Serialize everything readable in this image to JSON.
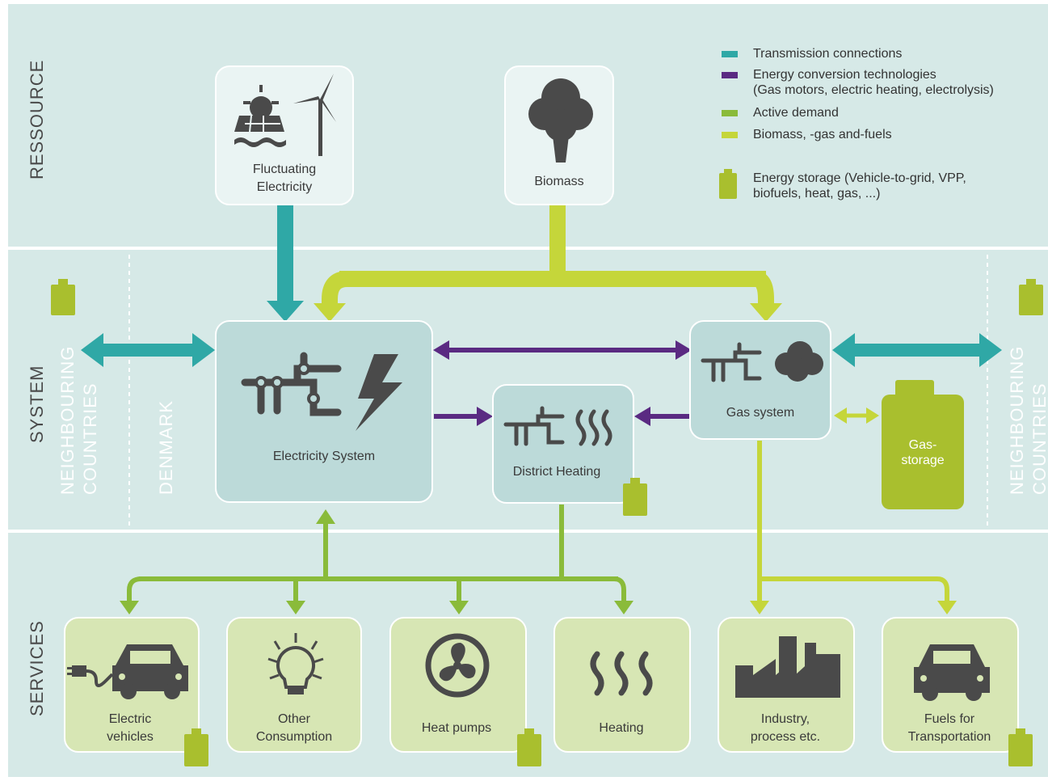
{
  "sections": {
    "resource": "RESSOURCE",
    "system": "SYSTEM",
    "services": "SERVICES",
    "neighbouring_left": "NEIGHBOURING COUNTRIES",
    "denmark": "DENMARK",
    "neighbouring_right": "NEIGHBOURING COUNTRIES"
  },
  "nodes": {
    "fluctuating_electricity": [
      "Fluctuating",
      "Electricity"
    ],
    "biomass": "Biomass",
    "electricity_system": "Electricity System",
    "district_heating": "District Heating",
    "gas_system": "Gas system",
    "gas_storage": [
      "Gas-",
      "storage"
    ],
    "electric_vehicles": [
      "Electric",
      "vehicles"
    ],
    "other_consumption": [
      "Other",
      "Consumption"
    ],
    "heat_pumps": "Heat pumps",
    "heating": "Heating",
    "industry": [
      "Industry,",
      "process etc."
    ],
    "fuels": [
      "Fuels for",
      "Transportation"
    ]
  },
  "legend": {
    "transmission": "Transmission connections",
    "conversion_1": "Energy conversion technologies",
    "conversion_2": "(Gas motors, electric heating, electrolysis)",
    "active_demand": "Active demand",
    "biomass_fuels": "Biomass, -gas and-fuels",
    "storage_1": "Energy storage (Vehicle-to-grid, VPP,",
    "storage_2": "biofuels, heat, gas, ...)"
  },
  "colors": {
    "transmission": "#2fa8a6",
    "conversion": "#5a2a82",
    "active_demand": "#8abb3a",
    "biomass": "#c5d63a",
    "storage": "#a9bf2e",
    "band_top": "#d3e8e6",
    "band_bottom": "#d3e8e6",
    "box_system": "#bcdad9",
    "box_service": "#d7e6b4",
    "icon": "#4a4a4a"
  }
}
